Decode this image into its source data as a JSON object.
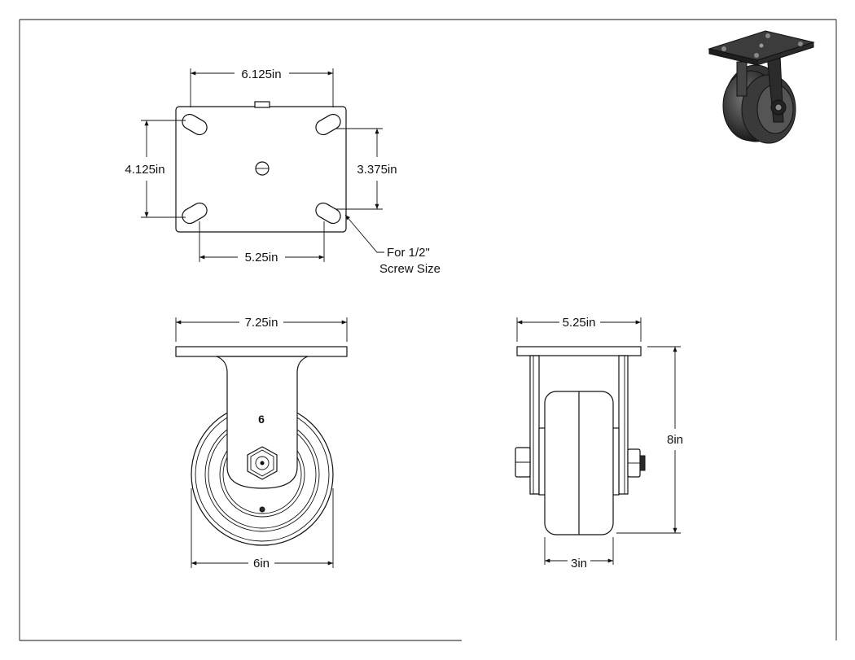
{
  "drawing": {
    "top_view": {
      "dim_width": "6.125in",
      "dim_height": "4.125in",
      "dim_inner_height": "3.375in",
      "dim_inner_width": "5.25in",
      "note_line1": "For 1/2\"",
      "note_line2": "Screw Size"
    },
    "front_view": {
      "dim_plate_width": "7.25in",
      "dim_wheel_diameter": "6in",
      "wheel_marking": "6"
    },
    "side_view": {
      "dim_width": "5.25in",
      "dim_height": "8in",
      "dim_wheel_width": "3in"
    }
  }
}
